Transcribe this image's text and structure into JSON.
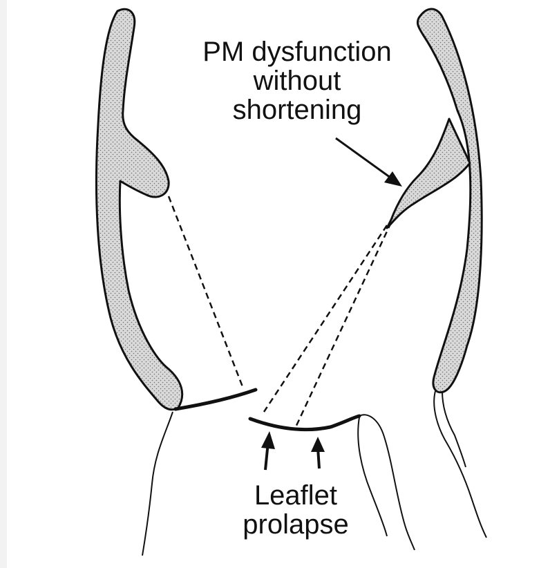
{
  "labels": {
    "pm_dysfunction": [
      "PM dysfunction",
      "without",
      "shortening"
    ],
    "leaflet_prolapse": [
      "Leaflet",
      "prolapse"
    ]
  },
  "colors": {
    "background": "#ffffff",
    "page_margin": "#f2f2f2",
    "ink": "#111111",
    "myocardium_fill": "#d9d9d9"
  }
}
